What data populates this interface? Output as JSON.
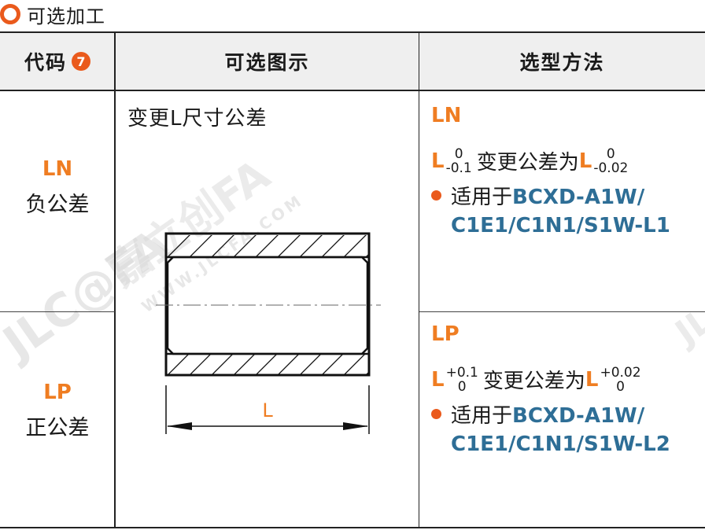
{
  "section": {
    "title": "可选加工"
  },
  "table": {
    "headers": {
      "code": "代码",
      "code_badge": "7",
      "figure": "可选图示",
      "method": "选型方法"
    },
    "figure": {
      "caption": "变更L尺寸公差",
      "dimension_label": "L"
    },
    "rows": [
      {
        "code": "LN",
        "name": "负公差",
        "method_title": "LN",
        "tol_prefix": "L",
        "tol_upper": "0",
        "tol_lower": "-0.1",
        "tol_mid": "变更公差为",
        "tol_prefix2": "L",
        "tol2_upper": "0",
        "tol2_lower": "-0.02",
        "applies_label": "适用于",
        "applies_line1": "BCXD-A1W/",
        "applies_line2": "C1E1/C1N1/S1W-L1"
      },
      {
        "code": "LP",
        "name": "正公差",
        "method_title": "LP",
        "tol_prefix": "L",
        "tol_upper": "+0.1",
        "tol_lower": "0",
        "tol_mid": "变更公差为",
        "tol_prefix2": "L",
        "tol2_upper": "+0.02",
        "tol2_lower": "0",
        "applies_label": "适用于",
        "applies_line1": "BCXD-A1W/",
        "applies_line2": "C1E1/C1N1/S1W-L2"
      }
    ]
  },
  "colors": {
    "accent": "#ea5a1c",
    "code_orange": "#ef7d22",
    "part_blue": "#2e6e96",
    "header_bg": "#efefef"
  }
}
